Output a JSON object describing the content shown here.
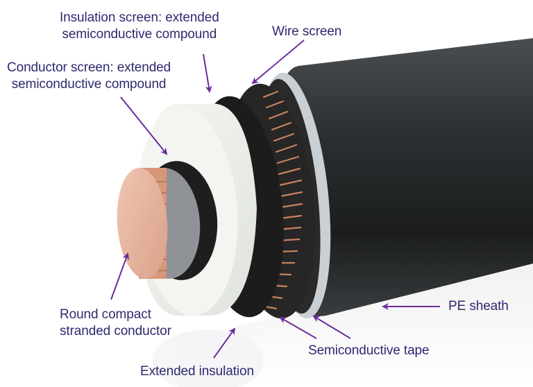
{
  "diagram": {
    "subject": "High-voltage XLPE power cable cutaway",
    "label_color": "#2e2a6e",
    "arrow_color": "#6a2d9a",
    "labels": [
      {
        "id": "insulation-screen",
        "lines": [
          "Insulation screen:  extended",
          "semiconductive compound"
        ]
      },
      {
        "id": "wire-screen",
        "lines": [
          "Wire screen"
        ]
      },
      {
        "id": "conductor-screen",
        "lines": [
          "Conductor screen: extended",
          "semiconductive compound"
        ]
      },
      {
        "id": "conductor",
        "lines": [
          "Round compact",
          "stranded conductor"
        ]
      },
      {
        "id": "pe-sheath",
        "lines": [
          "PE sheath"
        ]
      },
      {
        "id": "semiconductive-tape",
        "lines": [
          "Semiconductive tape"
        ]
      },
      {
        "id": "extended-insulation",
        "lines": [
          "Extended insulation"
        ]
      }
    ],
    "layers": [
      {
        "name": "Round compact stranded conductor",
        "color": "#e7b39c"
      },
      {
        "name": "Conductor screen",
        "color": "#2a2a2a"
      },
      {
        "name": "Extended insulation",
        "color": "#ecefe9"
      },
      {
        "name": "Insulation screen",
        "color": "#1f1f1f"
      },
      {
        "name": "Wire screen",
        "color": "#c77a55"
      },
      {
        "name": "Semiconductive tape",
        "color": "#2b2b2b"
      },
      {
        "name": "Metallic foil",
        "color": "#cfd4d8"
      },
      {
        "name": "PE sheath",
        "color": "#2a2d2f"
      }
    ]
  }
}
